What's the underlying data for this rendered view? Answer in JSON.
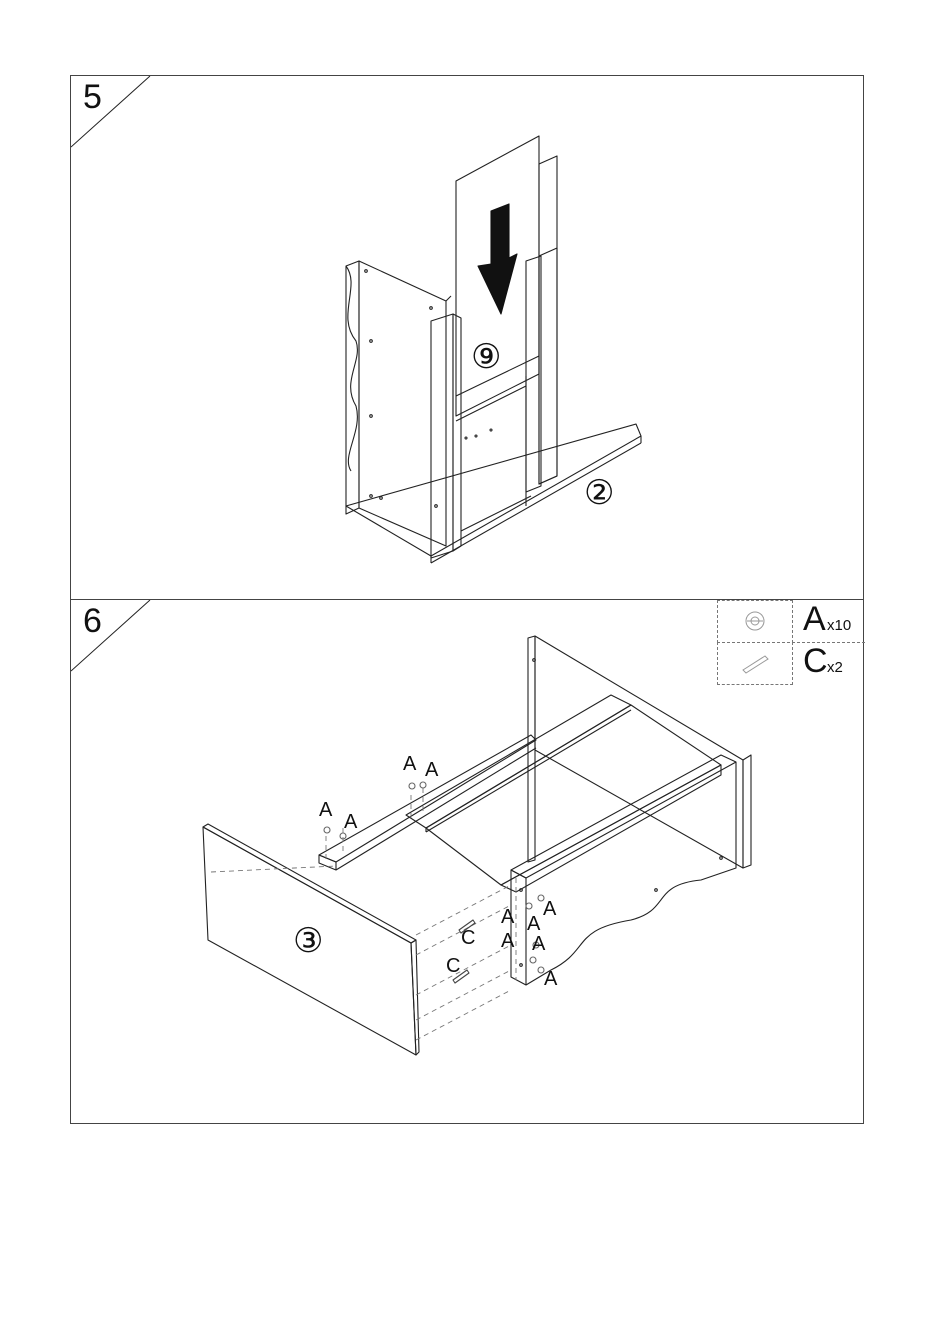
{
  "steps": [
    {
      "number": "5",
      "part_labels": [
        "⑨",
        "②"
      ]
    },
    {
      "number": "6",
      "part_labels": [
        "③"
      ],
      "hardware_labels": {
        "a": "A",
        "c": "C"
      },
      "legend": [
        {
          "letter": "A",
          "quantity": "x10",
          "icon": "cam-lock-icon"
        },
        {
          "letter": "C",
          "quantity": "x2",
          "icon": "wooden-dowel-icon"
        }
      ]
    }
  ],
  "colors": {
    "line": "#222222",
    "dash": "#777777"
  }
}
